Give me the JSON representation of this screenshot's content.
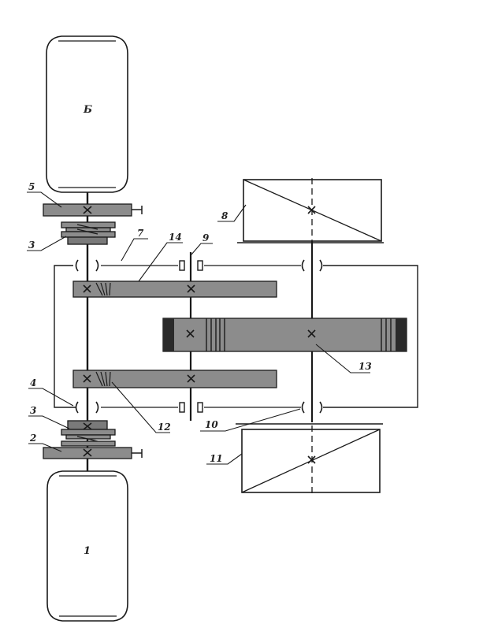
{
  "labels": {
    "wheel_top": "Б",
    "wheel_bottom": "1",
    "n2": "2",
    "n3_top": "3",
    "n3_bottom": "3",
    "n4": "4",
    "n5": "5",
    "n7": "7",
    "n8": "8",
    "n9": "9",
    "n10": "10",
    "n11": "11",
    "n12": "12",
    "n13": "13",
    "n14": "14"
  },
  "colors": {
    "ink": "#1a1a1a",
    "gear_fill": "#8c8c8c",
    "wheel_fill": "#ffffff"
  }
}
